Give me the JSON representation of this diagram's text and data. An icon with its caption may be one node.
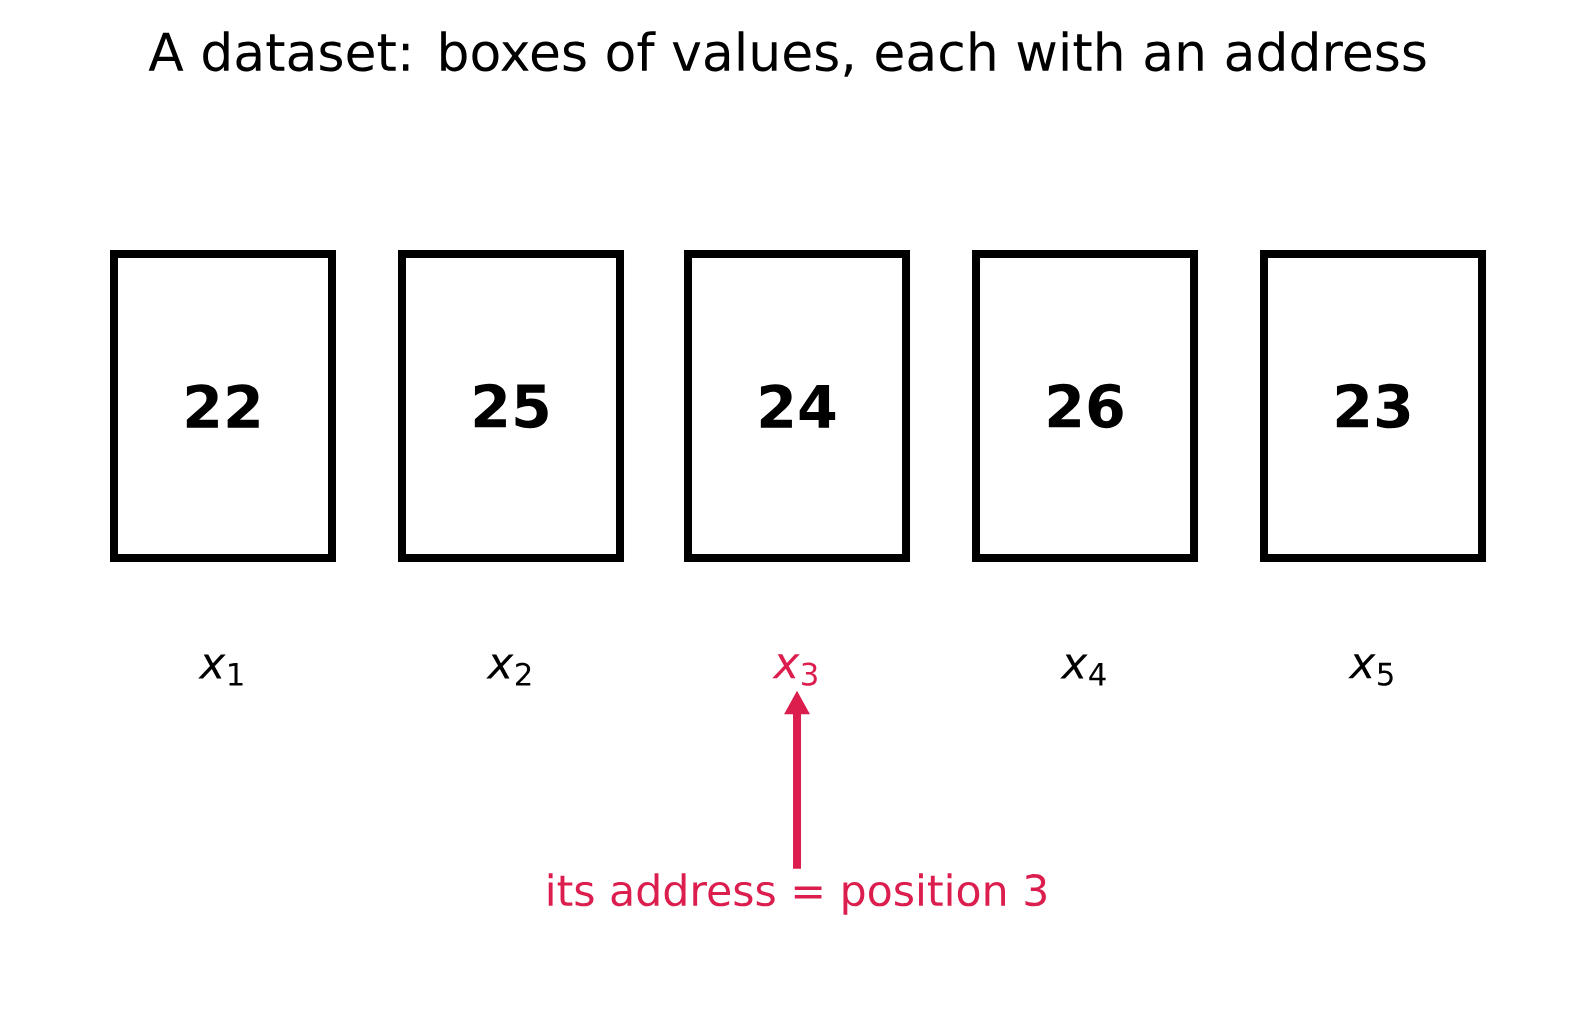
{
  "diagram": {
    "title": "A dataset: boxes of values, each with an address",
    "nodes": [
      {
        "text": [
          "22"
        ]
      },
      {
        "text": [
          "25"
        ]
      },
      {
        "text": [
          "24"
        ]
      },
      {
        "text": [
          "26"
        ]
      },
      {
        "text": [
          "23"
        ]
      },
      {
        "text": [
          "*x*$_{1}$"
        ]
      },
      {
        "text": [
          "*x*$_{2}$"
        ]
      },
      {
        "text": [
          "*x*$_{3}$"
        ]
      },
      {
        "text": [
          "*x*$_{4}$"
        ]
      },
      {
        "text": [
          "*x*$_{5}$"
        ]
      },
      {
        "text": [
          "its address = position 3"
        ]
      }
    ],
    "edges": [
      {
        "from": 10,
        "to": 7,
        "arrow": "to",
        "color": "#dc1e4f"
      }
    ]
  }
}
